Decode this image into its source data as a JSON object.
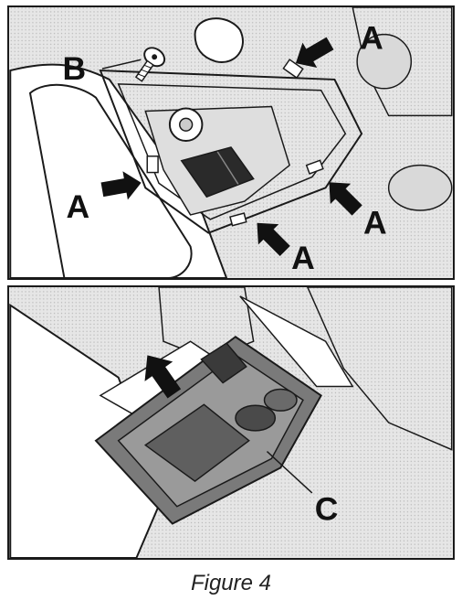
{
  "figure": {
    "caption": "Figure 4",
    "callouts": {
      "a": "A",
      "b": "B",
      "c": "C"
    },
    "colors": {
      "panel_background": "#e9e9e9",
      "line_art": "#1a1a1a",
      "tray_fill": "#7a7a7a"
    },
    "icons": {
      "pointer": "arrow-icon",
      "fastener": "screw-icon",
      "clip": "clip-icon"
    }
  }
}
